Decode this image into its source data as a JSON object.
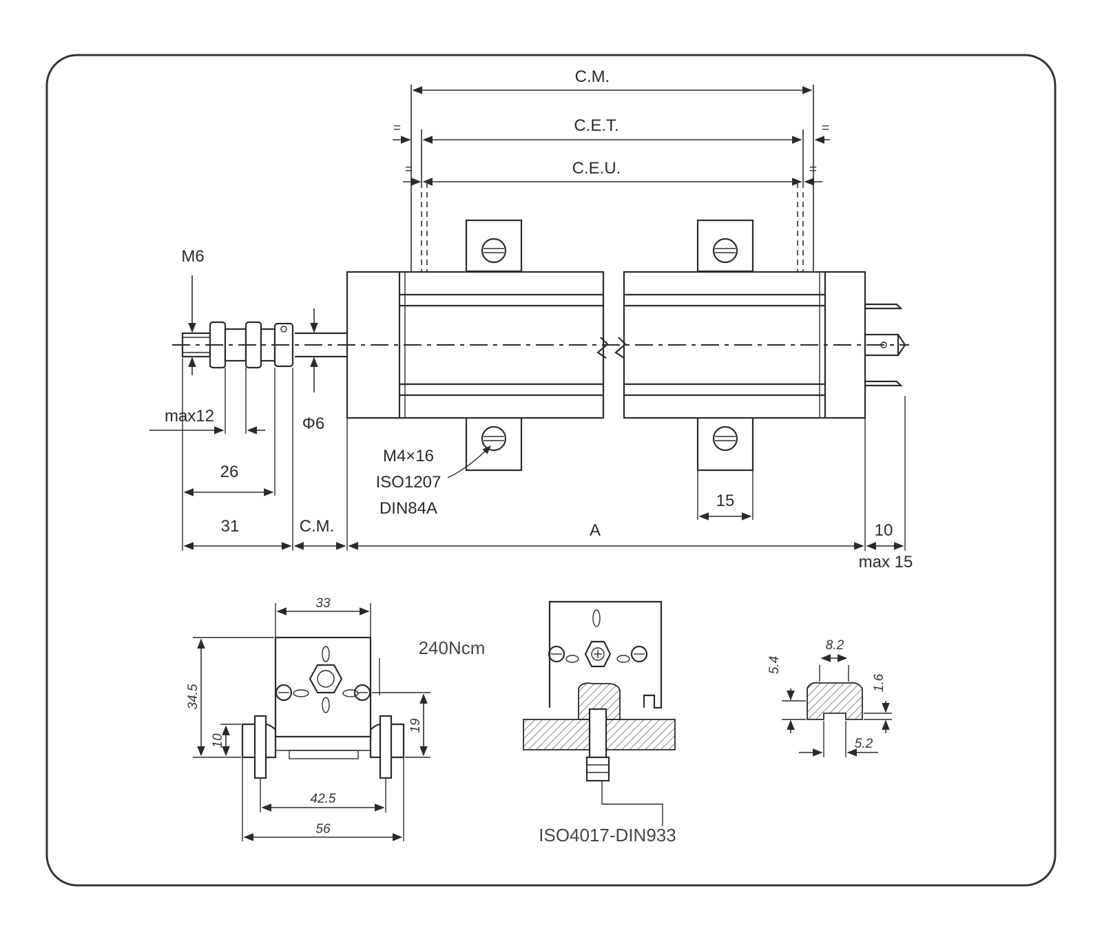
{
  "labels": {
    "cm_top": "C.M.",
    "cet": "C.E.T.",
    "ceu": "C.E.U.",
    "m6": "M6",
    "phi6": "Φ6",
    "max12": "max12",
    "d26": "26",
    "d31": "31",
    "cm_bottom": "C.M.",
    "a": "A",
    "d10": "10",
    "max15": "max 15",
    "d15": "15",
    "screw_1": "M4×16",
    "screw_2": "ISO1207",
    "screw_3": "DIN84A",
    "d33": "33",
    "d34_5": "34.5",
    "d10_bracket": "10",
    "d19": "19",
    "d42_5": "42.5",
    "d56": "56",
    "torque": "240Ncm",
    "bolt": "ISO4017-DIN933",
    "d8_2": "8.2",
    "d5_4": "5.4",
    "d1_6": "1.6",
    "d5_2": "5.2"
  }
}
